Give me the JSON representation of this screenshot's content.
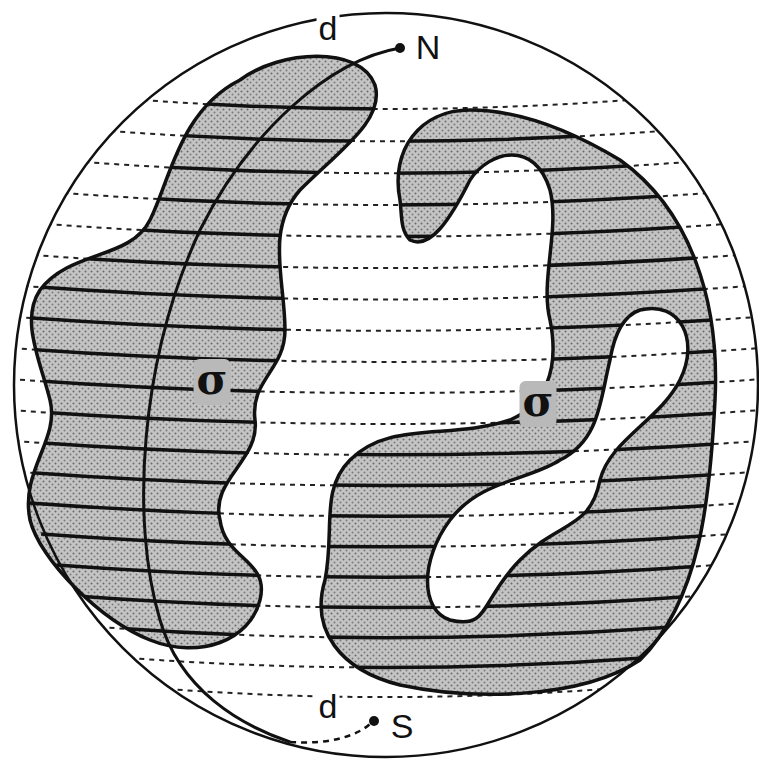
{
  "diagram": {
    "labels": [
      "d",
      "N",
      "d",
      "S",
      "σ",
      "σ"
    ]
  }
}
